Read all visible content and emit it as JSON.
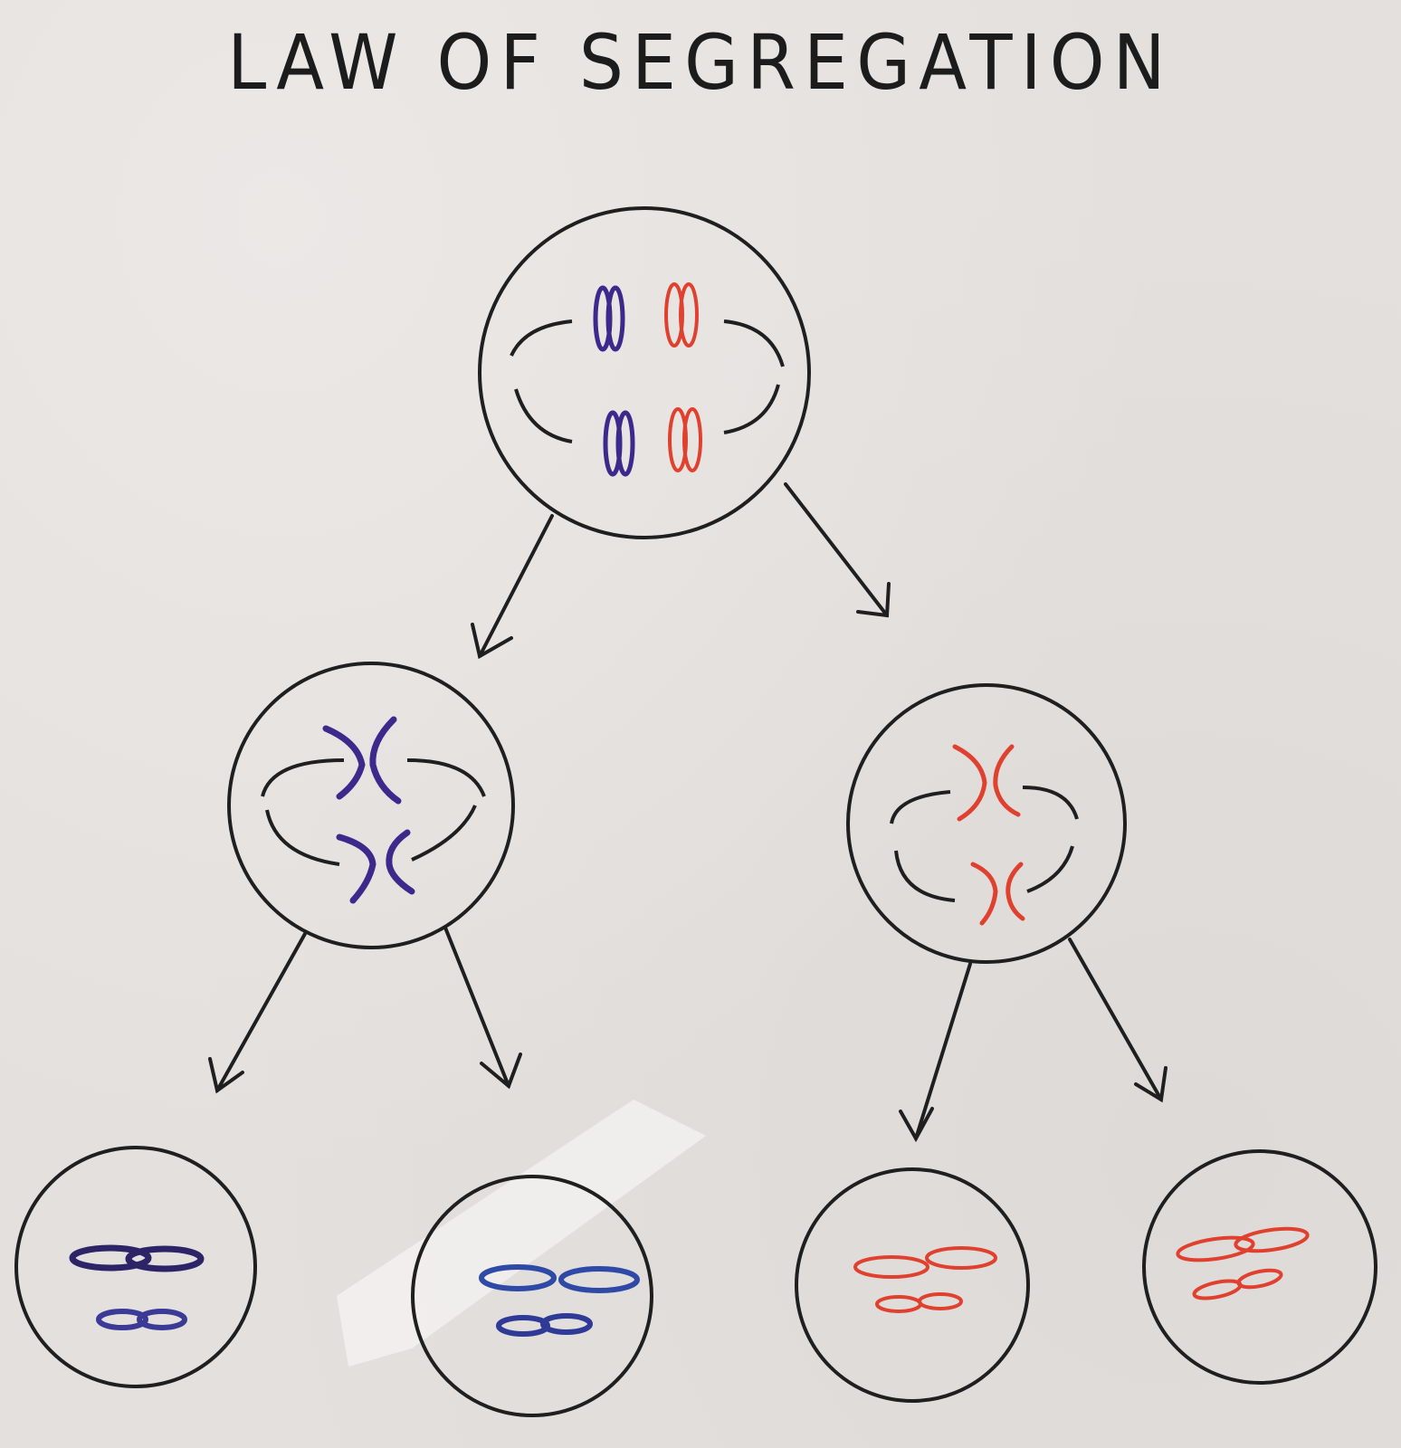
{
  "title": "LAW OF SEGREGATION",
  "colors": {
    "ink": "#1f1f1f",
    "maternal": "#3b2a8c",
    "paternal": "#e0412f",
    "paper": "#e4e0de"
  },
  "cells": [
    {
      "name": "parent-cell",
      "stage": "parent",
      "chromosomes": "blue and red homologous pairs"
    },
    {
      "name": "daughter-cell-blue",
      "stage": "meiosis-I",
      "chromosomes": "blue"
    },
    {
      "name": "daughter-cell-red",
      "stage": "meiosis-I",
      "chromosomes": "red"
    },
    {
      "name": "gamete-blue-1",
      "stage": "meiosis-II",
      "chromosomes": "blue"
    },
    {
      "name": "gamete-blue-2",
      "stage": "meiosis-II",
      "chromosomes": "blue"
    },
    {
      "name": "gamete-red-1",
      "stage": "meiosis-II",
      "chromosomes": "red"
    },
    {
      "name": "gamete-red-2",
      "stage": "meiosis-II",
      "chromosomes": "red"
    }
  ]
}
